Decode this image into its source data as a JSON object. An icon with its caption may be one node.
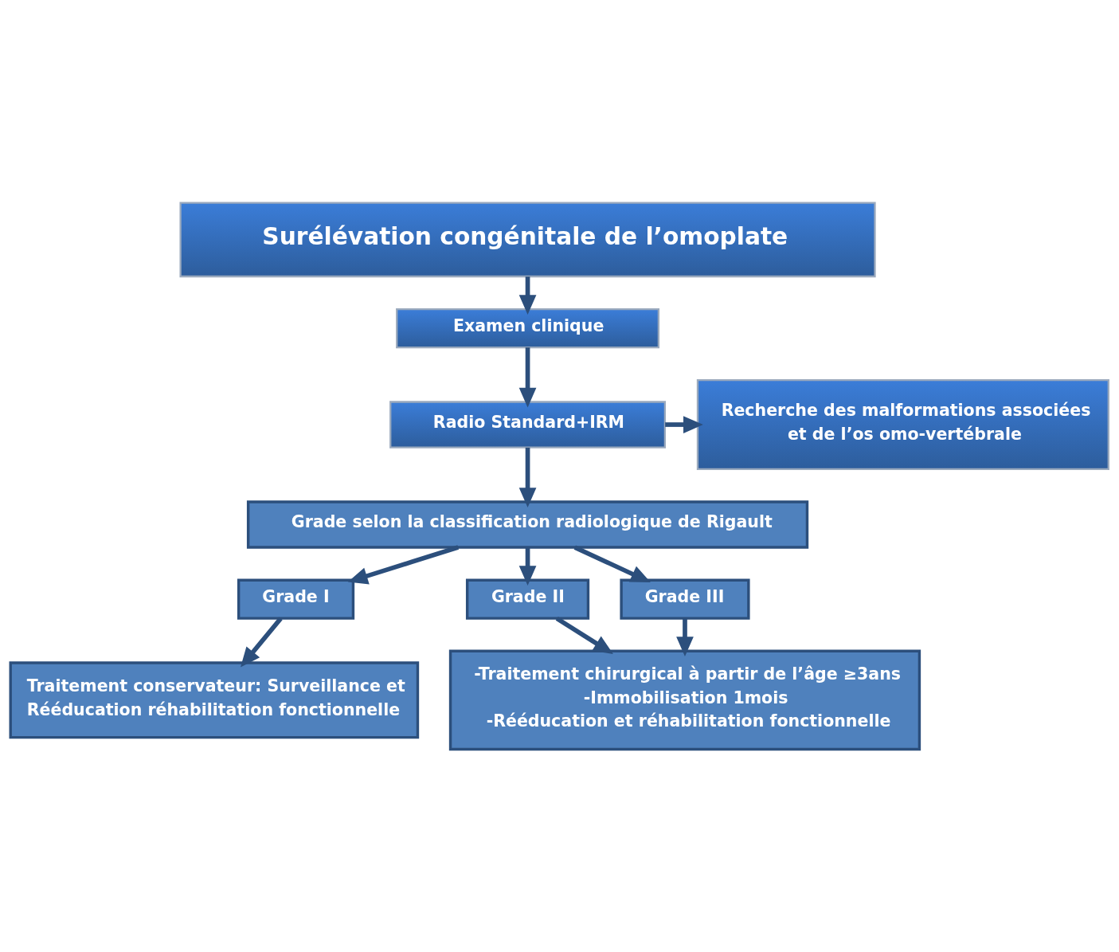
{
  "diagram": {
    "nodes": [
      {
        "text": [
          "Surélévation congénitale de l’omoplate"
        ]
      },
      {
        "text": [
          "Examen clinique"
        ]
      },
      {
        "text": [
          "Radio Standard+IRM"
        ]
      },
      {
        "text": [
          "Recherche des malformations associées et de l’os omo-vertébrale"
        ]
      },
      {
        "text": [
          "Grade selon la classification radiologique de Rigault"
        ]
      },
      {
        "text": [
          "Grade I"
        ]
      },
      {
        "text": [
          "Grade II"
        ]
      },
      {
        "text": [
          "Grade III"
        ]
      },
      {
        "text": [
          "Traitement conservateur: Surveillance et",
          "Rééducation réhabilitation fonctionnelle"
        ]
      },
      {
        "text": [
          "-Traitement chirurgical à partir de l’âge ≥3ans",
          "-Immobilisation 1mois",
          "-Rééducation et réhabilitation fonctionnelle"
        ]
      }
    ],
    "edges": [
      {
        "from": 0,
        "to": 1,
        "arrow": "to"
      },
      {
        "from": 1,
        "to": 2,
        "arrow": "to"
      },
      {
        "from": 2,
        "to": 3,
        "arrow": "to"
      },
      {
        "from": 2,
        "to": 4,
        "arrow": "to"
      },
      {
        "from": 4,
        "to": 5,
        "arrow": "to"
      },
      {
        "from": 4,
        "to": 6,
        "arrow": "to"
      },
      {
        "from": 4,
        "to": 7,
        "arrow": "to"
      },
      {
        "from": 5,
        "to": 8,
        "arrow": "to"
      },
      {
        "from": 6,
        "to": 9,
        "arrow": "to"
      },
      {
        "from": 7,
        "to": 9,
        "arrow": "to"
      }
    ]
  }
}
